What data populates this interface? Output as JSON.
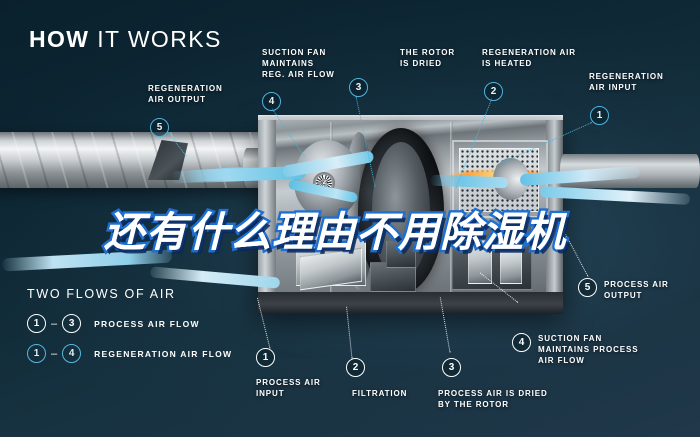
{
  "header": {
    "title_bold": "HOW",
    "title_light": " IT WORKS"
  },
  "headline": {
    "text": "还有什么理由不用除湿机",
    "outline_color": "#1f6fd0",
    "fill_color": "#ffffff"
  },
  "legend": {
    "heading": "TWO FLOWS OF AIR",
    "rows": [
      {
        "from": "1",
        "to": "3",
        "dash": "–",
        "label": "PROCESS AIR FLOW",
        "style": "white"
      },
      {
        "from": "1",
        "to": "4",
        "dash": "–",
        "label": "REGENERATION AIR FLOW",
        "style": "blue"
      }
    ]
  },
  "callouts": [
    {
      "num": "5",
      "label": "REGENERATION\nAIR OUTPUT",
      "style": "blue"
    },
    {
      "num": "4",
      "label": "SUCTION FAN\nMAINTAINS\nREG. AIR FLOW",
      "style": "blue"
    },
    {
      "num": "3",
      "label": "THE ROTOR\nIS DRIED",
      "style": "blue"
    },
    {
      "num": "2",
      "label": "REGENERATION AIR\nIS HEATED",
      "style": "blue"
    },
    {
      "num": "1",
      "label": "REGENERATION\nAIR INPUT",
      "style": "blue"
    },
    {
      "num": "5",
      "label": "PROCESS AIR\nOUTPUT",
      "style": "white"
    },
    {
      "num": "4",
      "label": "SUCTION FAN\nMAINTAINS PROCESS\nAIR FLOW",
      "style": "white"
    },
    {
      "num": "3",
      "label": "PROCESS AIR IS DRIED\nBY THE ROTOR",
      "style": "white"
    },
    {
      "num": "2",
      "label": "FILTRATION",
      "style": "white"
    },
    {
      "num": "1",
      "label": "PROCESS AIR\nINPUT",
      "style": "white"
    }
  ],
  "colors": {
    "background_dark": "#0a212d",
    "background_light": "#20384a",
    "accent_blue": "#4fb6dd",
    "heater_orange": "#ff9f38",
    "text_white": "#ffffff"
  }
}
